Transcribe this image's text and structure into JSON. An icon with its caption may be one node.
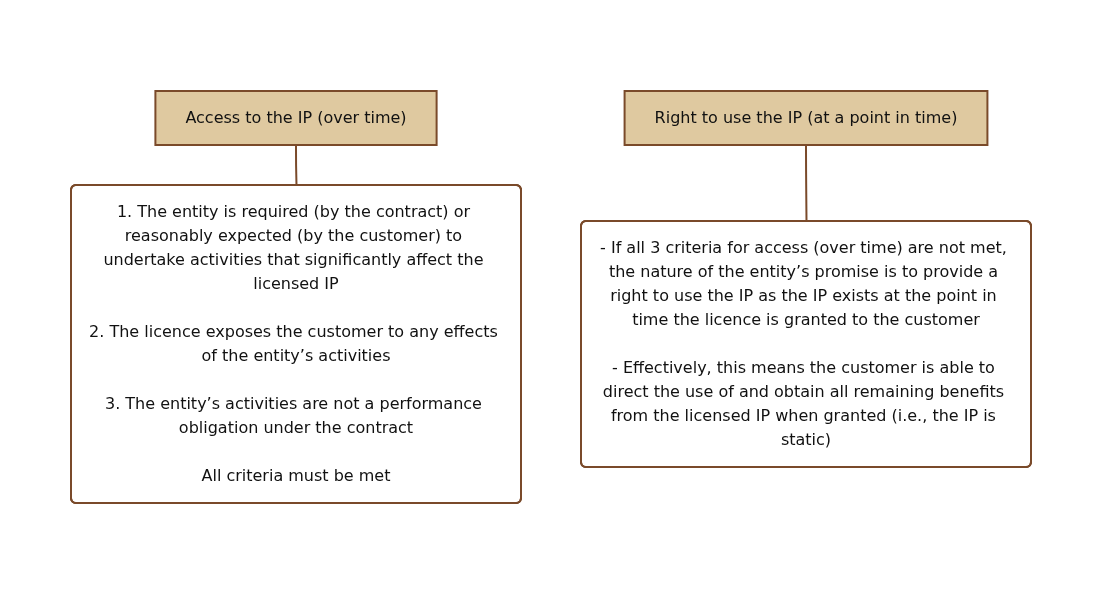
{
  "diagram": {
    "nodes": [
      {
        "text": [
          "Access to the IP (over time)"
        ]
      },
      {
        "text": [
          "1. The entity is required (by the contract) or reasonably expected (by the customer) to undertake activities that significantly affect the licensed IP",
          "2. The licence exposes the customer to any effects of the entity’s activities",
          "3. The entity’s activities are not a performance obligation under the contract",
          "All criteria must be met"
        ]
      },
      {
        "text": [
          "Right to use the IP (at a point in time)"
        ]
      },
      {
        "text": [
          "- If all 3 criteria for access (over time) are not met, the nature of the entity’s promise is to provide a right to use the IP as the IP exists at the point in time the licence is granted to the customer",
          "- Effectively, this means the customer is able to direct the use of and obtain all remaining benefits from the licensed IP when granted (i.e., the IP is static)"
        ]
      }
    ],
    "edges": [
      {
        "from": 0,
        "to": 1,
        "arrow": "none"
      },
      {
        "from": 2,
        "to": 3,
        "arrow": "none"
      }
    ]
  }
}
